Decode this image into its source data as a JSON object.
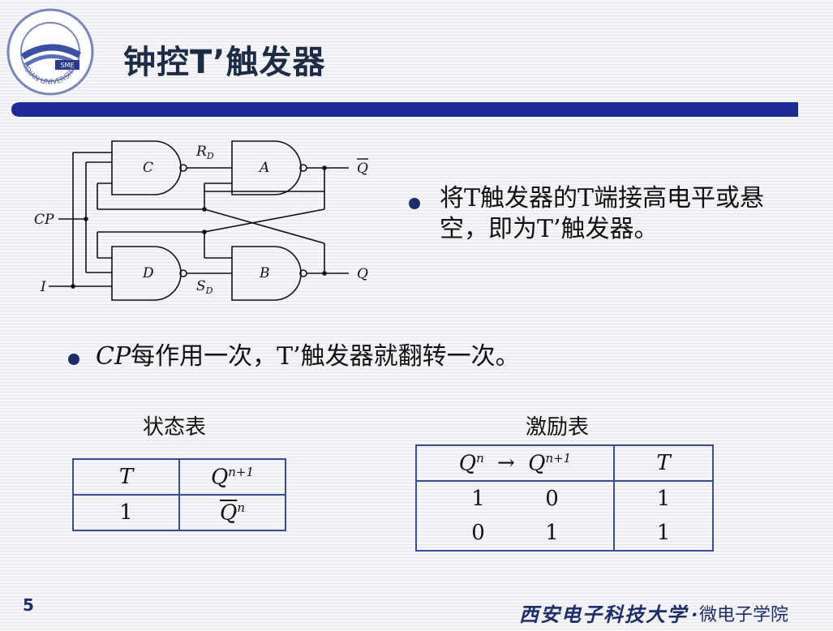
{
  "title": "钟控T’触发器",
  "logo": {
    "text": "XIDIAN UNIVERSITY",
    "badge": "SME"
  },
  "circuit": {
    "gates": [
      "C",
      "A",
      "D",
      "B"
    ],
    "inputs": [
      "CP",
      "I"
    ],
    "signals": {
      "rd": "R",
      "rd_sub": "D",
      "sd": "S",
      "sd_sub": "D"
    },
    "outputs": [
      "Q",
      "Q"
    ]
  },
  "points": [
    "将T触发器的T端接高电平或悬空，即为T’触发器。",
    {
      "cp": "CP",
      "rest": "每作用一次，T’触发器就翻转一次。"
    }
  ],
  "state_table": {
    "caption": "状态表",
    "headers": {
      "t": "T",
      "q": "Q",
      "q_sup": "n+1"
    },
    "row": {
      "t": "1",
      "q": "Q",
      "q_sup": "n"
    }
  },
  "excitation_table": {
    "caption": "激励表",
    "headers": {
      "qn": "Q",
      "qn_sup": "n",
      "arrow": "→",
      "qn1": "Q",
      "qn1_sup": "n+1",
      "t": "T"
    },
    "rows": [
      {
        "qn": "1",
        "qn1": "0",
        "t": "1"
      },
      {
        "qn": "0",
        "qn1": "1",
        "t": "1"
      }
    ]
  },
  "footer": {
    "page": "5",
    "school": "西安电子科技大学",
    "separator": "·",
    "dept": "微电子学院"
  },
  "colors": {
    "accent": "#1d2c6a",
    "bar": "#1e2a9a"
  }
}
